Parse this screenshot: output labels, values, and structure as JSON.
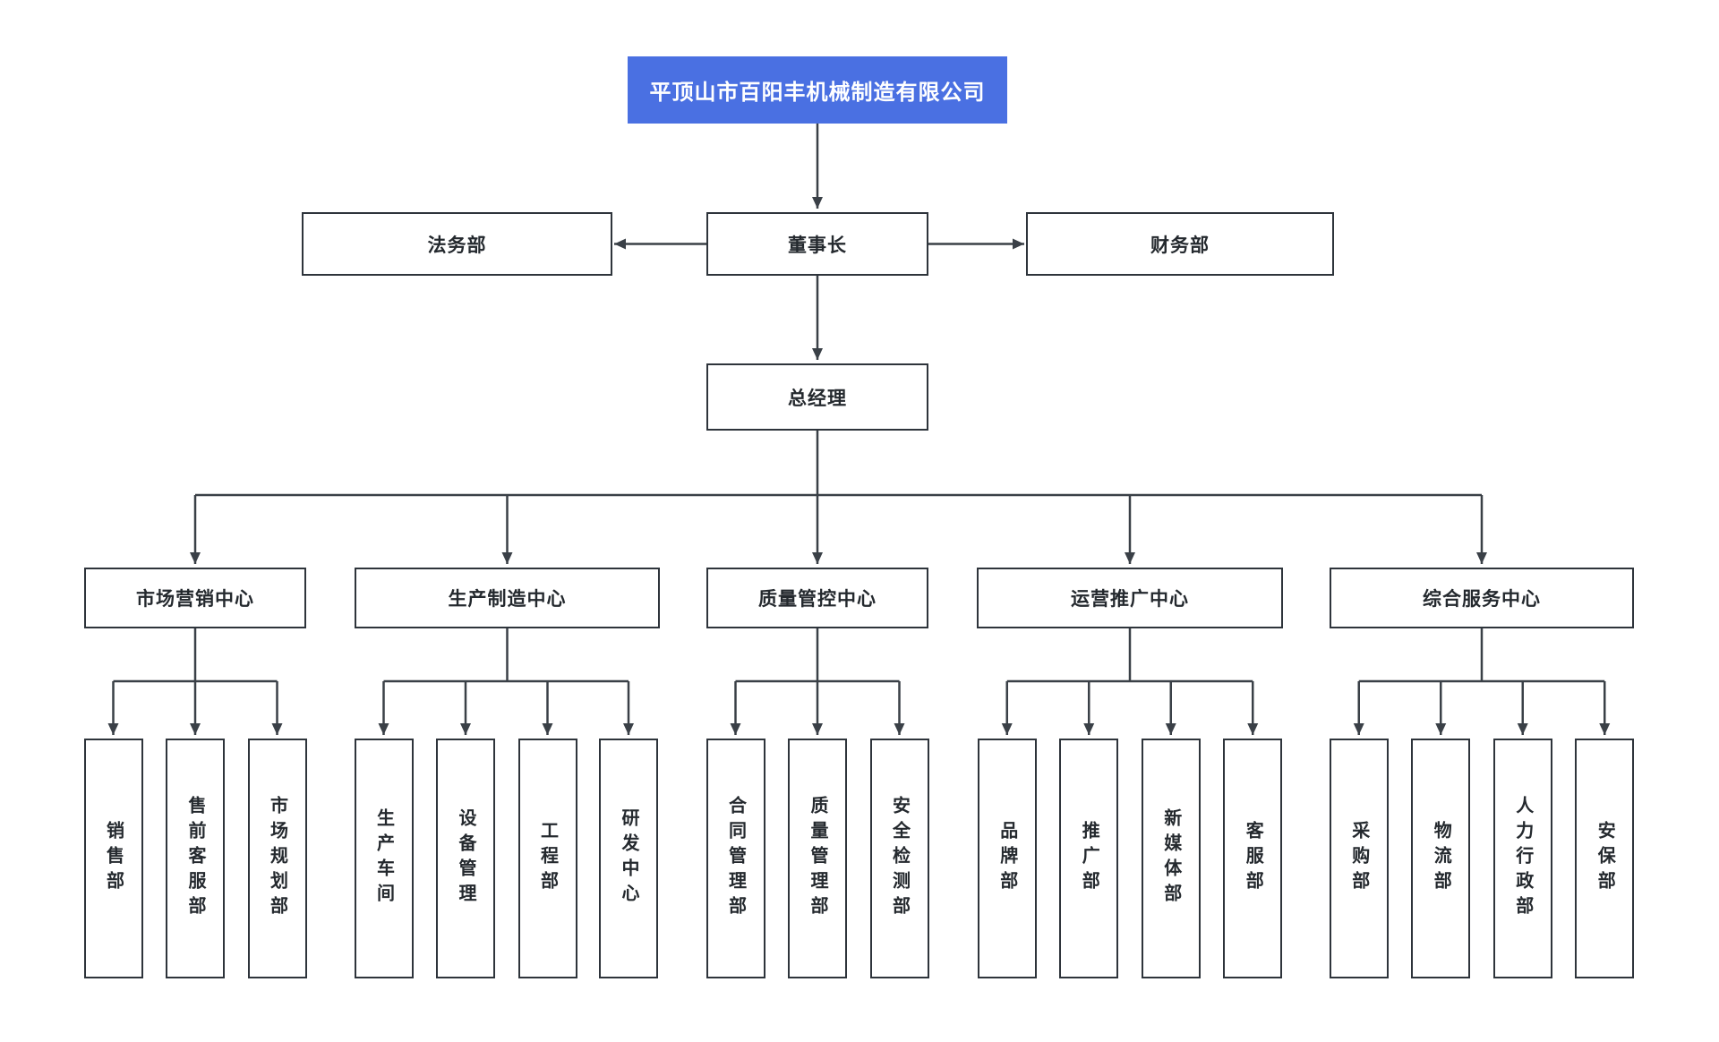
{
  "company": {
    "label": "平顶山市百阳丰机械制造有限公司"
  },
  "executive_row": {
    "legal": "法务部",
    "chairman": "董事长",
    "finance": "财务部"
  },
  "general_manager": {
    "label": "总经理"
  },
  "centers": [
    {
      "label": "市场营销中心",
      "departments": [
        "销售部",
        "售前客服部",
        "市场规划部"
      ]
    },
    {
      "label": "生产制造中心",
      "departments": [
        "生产车间",
        "设备管理",
        "工程部",
        "研发中心"
      ]
    },
    {
      "label": "质量管控中心",
      "departments": [
        "合同管理部",
        "质量管理部",
        "安全检测部"
      ]
    },
    {
      "label": "运营推广中心",
      "departments": [
        "品牌部",
        "推广部",
        "新媒体部",
        "客服部"
      ]
    },
    {
      "label": "综合服务中心",
      "departments": [
        "采购部",
        "物流部",
        "人力行政部",
        "安保部"
      ]
    }
  ],
  "colors": {
    "root_fill": "#4A70E2",
    "root_text": "#FFFFFF",
    "node_fill": "#FFFFFF",
    "node_border": "#2E343B",
    "node_text": "#24292E",
    "connector": "#3A4047",
    "background": "#FFFFFF"
  }
}
